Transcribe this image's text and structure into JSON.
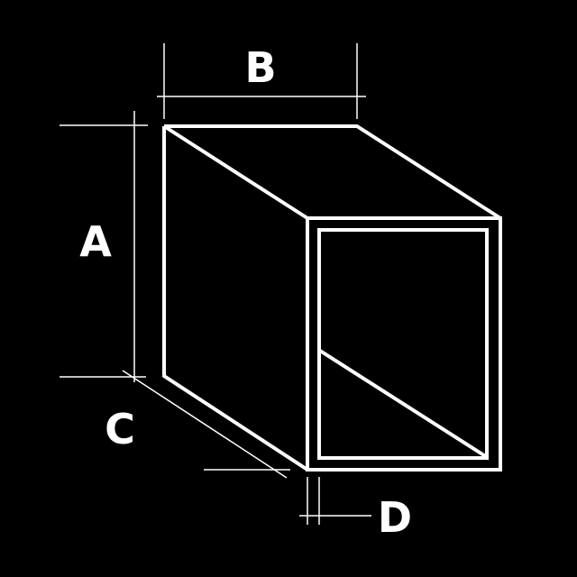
{
  "diagram": {
    "background_color": "#000000",
    "stroke_color": "#ffffff",
    "labels": {
      "height": "A",
      "width": "B",
      "length": "C",
      "wall_thickness": "D"
    }
  }
}
